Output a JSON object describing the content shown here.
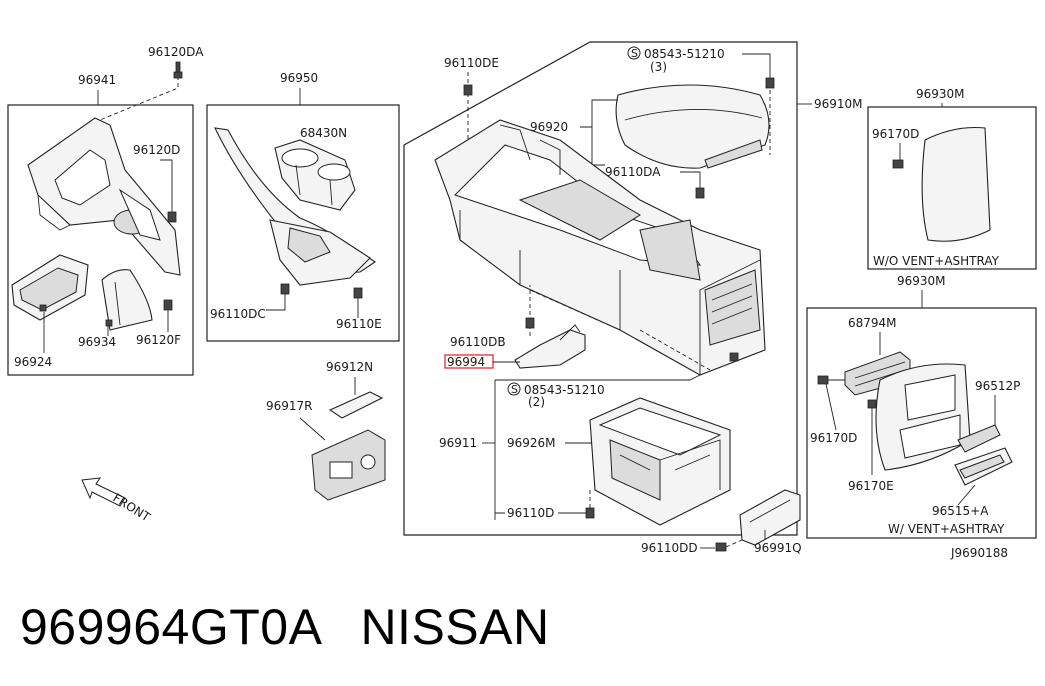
{
  "caption": {
    "part_number": "969964GT0A",
    "brand": "NISSAN"
  },
  "diagram_code": "J9690188",
  "front_label": "FRONT",
  "highlight_color": "#e03030",
  "labels": {
    "l96120DA": "96120DA",
    "l96941": "96941",
    "l96120D": "96120D",
    "l96924": "96924",
    "l96934": "96934",
    "l96120F": "96120F",
    "l96950": "96950",
    "l68430N": "68430N",
    "l96110DC": "96110DC",
    "l96110E": "96110E",
    "l96912N": "96912N",
    "l96917R": "96917R",
    "l96110DE": "96110DE",
    "l08543a": "08543-51210",
    "l08543a_qty": "(3)",
    "l96920": "96920",
    "l96910M": "96910M",
    "l96110DA": "96110DA",
    "l96110DB": "96110DB",
    "l96994": "96994",
    "l08543b": "08543-51210",
    "l08543b_qty": "(2)",
    "l96911": "96911",
    "l96926M": "96926M",
    "l96110D": "96110D",
    "l96110DD": "96110DD",
    "l96991Q": "96991Q",
    "l96930M_a": "96930M",
    "l96170D_a": "96170D",
    "note_a": "W/O VENT+ASHTRAY",
    "l96930M_b": "96930M",
    "l68794M": "68794M",
    "l96512P": "96512P",
    "l96170D_b": "96170D",
    "l96170E": "96170E",
    "l96515A": "96515+A",
    "note_b": "W/ VENT+ASHTRAY"
  }
}
